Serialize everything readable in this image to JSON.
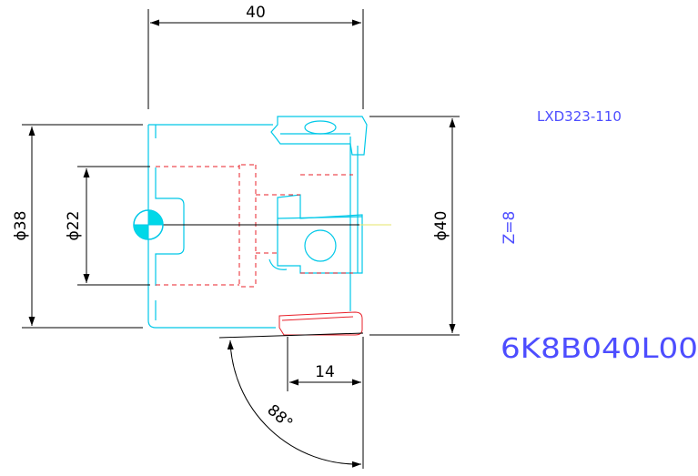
{
  "drawing": {
    "part_number": "LXD323-110",
    "teeth_label": "Z=8",
    "order_code": "6K8B040L00",
    "dimensions": {
      "overall_length": "40",
      "body_diameter": "ϕ38",
      "bore_diameter": "ϕ22",
      "cutting_diameter": "ϕ40",
      "insert_width": "14",
      "approach_angle": "88°"
    },
    "colors": {
      "outline": "#00c8e8",
      "hidden": "#e8202a",
      "dimension": "#000000",
      "annotation": "#4d4dff"
    }
  }
}
